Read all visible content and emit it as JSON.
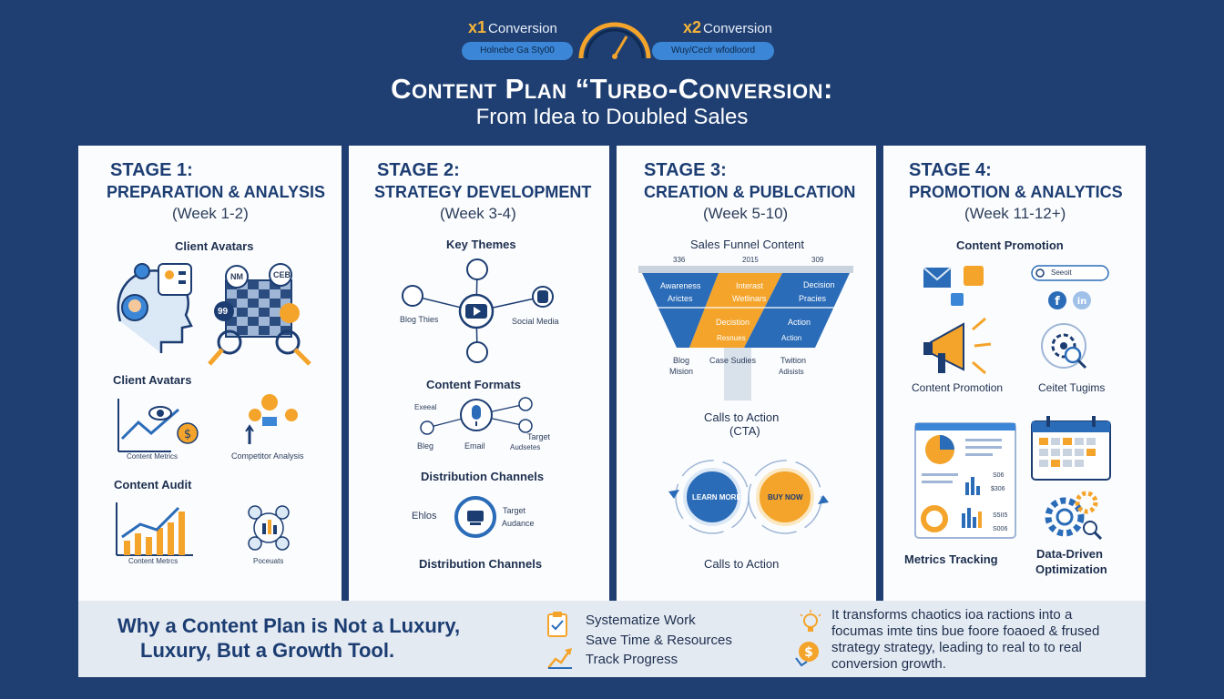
{
  "header": {
    "left_multiplier": "x1",
    "left_label": "Conversion",
    "right_multiplier": "x2",
    "right_label": "Conversion",
    "left_pill": "Holnebe Ga Sty00",
    "right_pill": "Wuy/Ceclr wfodloord",
    "title": "Content Plan “Turbo-Conversion:",
    "subtitle": "From Idea to Doubled Sales"
  },
  "stages": [
    {
      "title": "STAGE 1:",
      "name": "PREPARATION & ANALYSIS",
      "week": "(Week 1-2)",
      "sec1": "Client Avatars",
      "avatar_badge_1": "NM",
      "avatar_badge_2": "CEB",
      "avatar_badge_3": "99",
      "sec2": "Client Avatars",
      "metric_left": "Content Metrics",
      "metric_right": "Competitor Analysis",
      "sec3": "Content Audit",
      "audit_left": "Content Metrcs",
      "audit_right": "Poceuats"
    },
    {
      "title": "STAGE 2:",
      "name": "STRATEGY DEVELOPMENT",
      "week": "(Week 3-4)",
      "sec1": "Key Themes",
      "theme_left": "Blog Thies",
      "theme_right": "Social Media",
      "sec2": "Content Formats",
      "fmt_tl": "Exeeal",
      "fmt_bl": "Bleg",
      "fmt_mid": "Email",
      "fmt_r1": "Target",
      "fmt_r2": "Audsetes",
      "sec3": "Distribution Channels",
      "dist_left": "Ehlos",
      "dist_r1": "Target",
      "dist_r2": "Audance",
      "sec4": "Distribution Channels"
    },
    {
      "title": "STAGE 3:",
      "name": "CREATION & PUBLCATION",
      "week": "(Week 5-10)",
      "sec1": "Sales Funnel Content",
      "n1": "336",
      "n2": "2015",
      "n3": "309",
      "f_awareness": "Awareness",
      "f_articles": "Arictes",
      "f_interest": "Interast",
      "f_webinars": "Wetlinars",
      "f_decision": "Decision",
      "f_practices": "Pracies",
      "f_decision2": "Decistion",
      "f_reviews": "Resnues",
      "f_action": "Action",
      "f_action2": "Action",
      "b_blog1": "Blog",
      "b_blog2": "Mision",
      "b_case": "Case Sudies",
      "b_tw1": "Twition",
      "b_tw2": "Adisists",
      "sec2": "Calls to Action",
      "sec2b": "(CTA)",
      "cta_left": "LEARN MORE",
      "cta_right": "BUY NOW",
      "sec3": "Calls to Action"
    },
    {
      "title": "STAGE 4:",
      "name": "PROMOTION & ANALYTICS",
      "week": "(Week 11-12+)",
      "sec1": "Content Promotion",
      "search_text": "Seeoit",
      "lbl_promo": "Content Promotion",
      "lbl_tugims": "Ceitet Tugims",
      "dash_n1": "S06",
      "dash_n2": "$306",
      "dash_n3": "S5II5",
      "dash_n4": "S006",
      "lbl_metrics": "Metrics Tracking",
      "lbl_opt1": "Data-Driven",
      "lbl_opt2": "Optimization"
    }
  ],
  "bottom": {
    "heading_1": "Why a Content Plan is Not a Luxury,",
    "heading_2": "Luxury, But a Growth Tool.",
    "item_1": "Systematize Work",
    "item_2": "Save Time & Resources",
    "item_3": "Track Progress",
    "desc_1": "It transforms chaotics  ioa ractions into a",
    "desc_2": "focumas imte tins bue foore foaoed & frused",
    "desc_3": "strategy strategy, leading to real  to to real",
    "desc_4": "conversion growth."
  },
  "colors": {
    "background": "#1f3f72",
    "accent_blue": "#3b86d6",
    "accent_orange": "#f4a42a",
    "panel": "#fbfcfe",
    "bottom_band": "#e4eaf2"
  },
  "icons": [
    "speedometer-icon",
    "head-icon",
    "chess-board-icon",
    "magnifier-icon",
    "eye-chart-icon",
    "dollar-icon",
    "video-icon",
    "microphone-icon",
    "funnel-icon",
    "cta-cycle-icon",
    "envelope-icon",
    "megaphone-icon",
    "gear-icon",
    "calendar-icon",
    "dashboard-icon",
    "lightbulb-icon",
    "clipboard-icon",
    "chart-up-icon",
    "search-icon",
    "facebook-icon",
    "linkedin-icon"
  ]
}
